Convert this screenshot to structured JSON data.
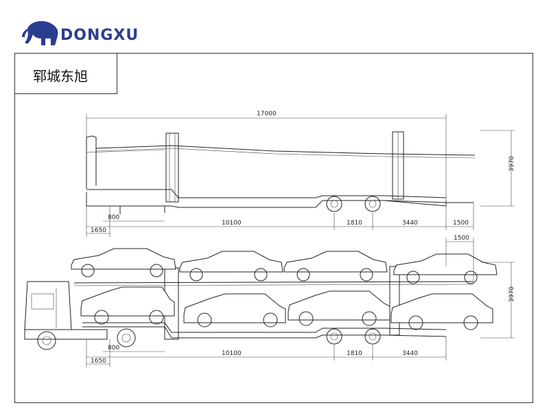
{
  "brand": {
    "name": "DONGXU",
    "logo_icon": "elephant-icon",
    "color": "#2b3d8f"
  },
  "title": "郓城东旭",
  "top_view": {
    "overall_length": "17000",
    "height": "3970",
    "front_overhang": "800",
    "kingpin_offset": "1650",
    "wheelbase_main": "10100",
    "axle_spacing": "1810",
    "rear_section": "3440",
    "rear_overhang": "1500"
  },
  "bottom_view": {
    "top_rear_overhang": "1500",
    "height": "3970",
    "front_overhang": "800",
    "kingpin_offset": "1650",
    "wheelbase_main": "10100",
    "axle_spacing": "1810",
    "rear_section": "3440"
  }
}
